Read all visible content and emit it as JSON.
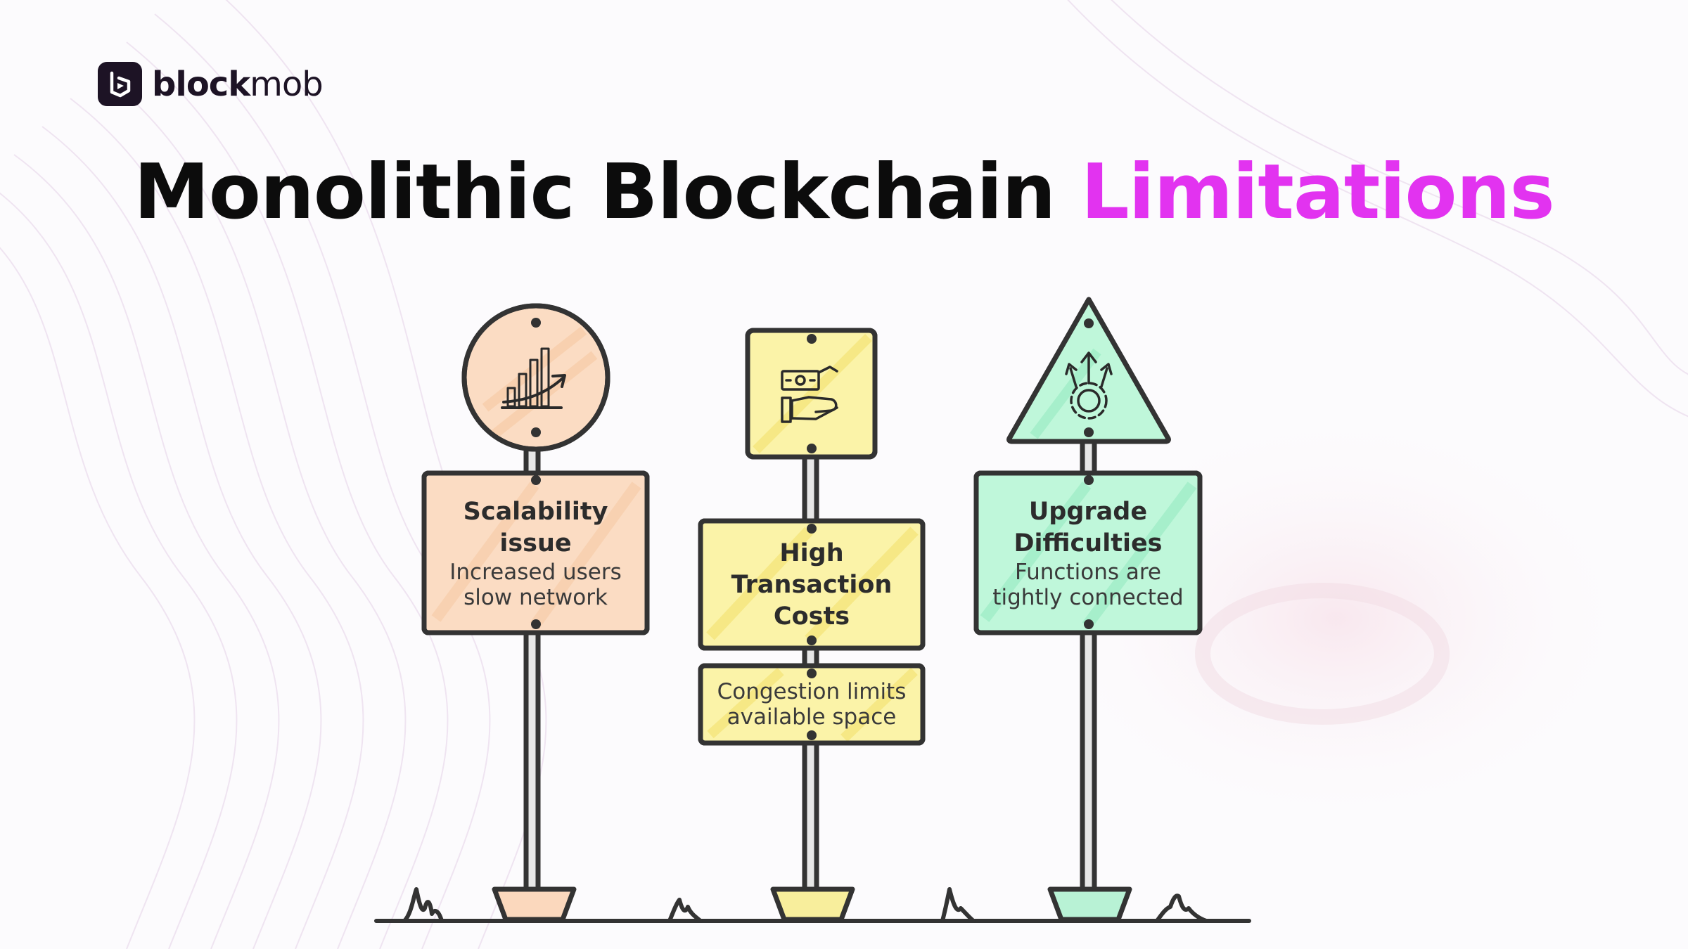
{
  "brand": {
    "name_bold": "block",
    "name_light": "mob",
    "icon": "blockmob-b-logo-icon"
  },
  "title": {
    "main": "Monolithic Blockchain ",
    "accent": "Limitations",
    "accent_color": "#e233f0"
  },
  "signs": [
    {
      "title": "Scalability\nissue",
      "description": "Increased users\nslow network",
      "icon": "bar-chart-growth-icon",
      "shape": "circle",
      "color": "#fbdcc3"
    },
    {
      "title": "High\nTransaction\nCosts",
      "description": "Congestion limits\navailable space",
      "icon": "hand-with-money-icon",
      "shape": "square",
      "color": "#fbf3a8"
    },
    {
      "title": "Upgrade\nDifficulties",
      "description": "Functions are\ntightly connected",
      "icon": "gear-upgrade-arrows-icon",
      "shape": "triangle",
      "color": "#bff7da"
    }
  ]
}
